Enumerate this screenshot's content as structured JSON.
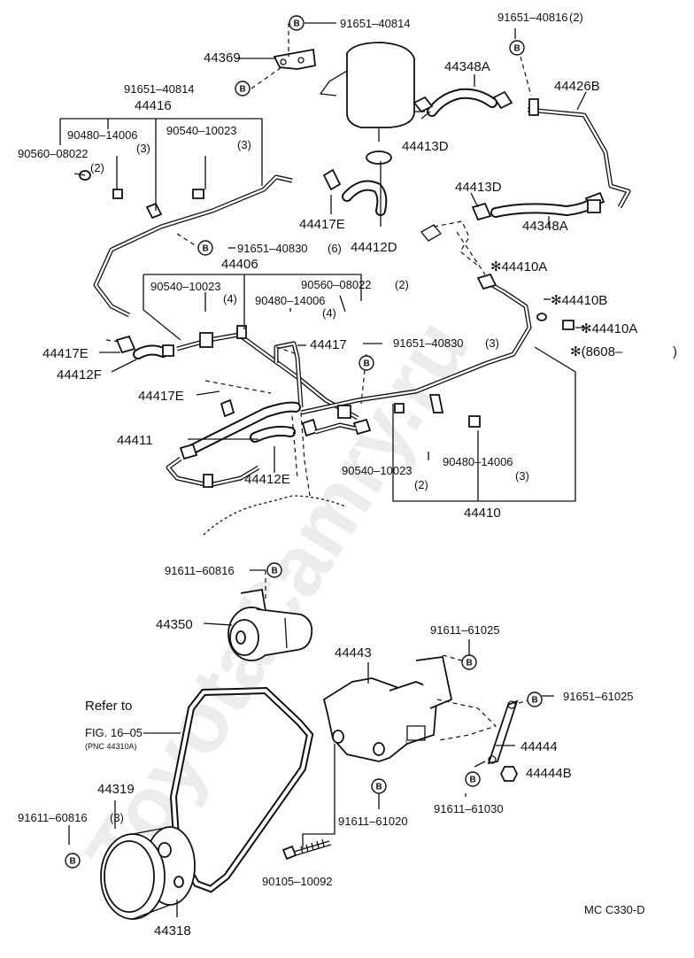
{
  "watermark": "ToyotaCamry.ru",
  "footer_code": "MC C330-D",
  "bolt_symbol": "B",
  "refer_note": {
    "line1": "Refer to",
    "line2": "FIG. 16–05",
    "line3": "(PNC 44310A)"
  },
  "labels": {
    "p91651_40814_top": "91651–40814",
    "p91651_40816": "91651–40816",
    "p91651_40816_qty": "(2)",
    "p44369": "44369",
    "p44348a_top": "44348A",
    "p44426b": "44426B",
    "p91651_40814_left": "91651–40814",
    "p44416": "44416",
    "p90480_14006_a": "90480–14006",
    "p90480_14006_a_qty": "(3)",
    "p90540_10023_a": "90540–10023",
    "p90540_10023_a_qty": "(3)",
    "p90560_08022_a": "90560–08022",
    "p90560_08022_a_qty": "(2)",
    "p44413d_top": "44413D",
    "p44413d_mid": "44413D",
    "p44417e_top": "44417E",
    "p44412d": "44412D",
    "p44348a_mid": "44348A",
    "p91651_40830_6": "91651–40830",
    "p91651_40830_6_qty": "(6)",
    "p44406": "44406",
    "p44410a_a": "✻44410A",
    "p90540_10023_b": "90540–10023",
    "p90540_10023_b_qty": "(4)",
    "p90560_08022_b": "90560–08022",
    "p90560_08022_b_qty": "(2)",
    "p90480_14006_b": "90480–14006",
    "p90480_14006_b_qty": "(4)",
    "p44410b": "✻44410B",
    "p44410a_b": "✻44410A",
    "p8608": "✻(8608–",
    "p8608_close": ")",
    "p44417e_left": "44417E",
    "p44412f": "44412F",
    "p44417": "44417",
    "p91651_40830_3": "91651–40830",
    "p91651_40830_3_qty": "(3)",
    "p44417e_mid": "44417E",
    "p44411": "44411",
    "p44412e": "44412E",
    "p90540_10023_c": "90540–10023",
    "p90540_10023_c_qty": "(2)",
    "p90480_14006_c": "90480–14006",
    "p90480_14006_c_qty": "(3)",
    "p44410": "44410",
    "p91611_60816_top": "91611–60816",
    "p44350": "44350",
    "p91611_61025": "91611–61025",
    "p44443": "44443",
    "p91651_61025": "91651–61025",
    "p44444": "44444",
    "p44444b": "44444B",
    "p44319": "44319",
    "p91611_60816_bot": "91611–60816",
    "p91611_60816_bot_qty": "(3)",
    "p91611_61020": "91611–61020",
    "p91611_61030": "91611–61030",
    "p90105_10092": "90105–10092",
    "p44318": "44318"
  }
}
